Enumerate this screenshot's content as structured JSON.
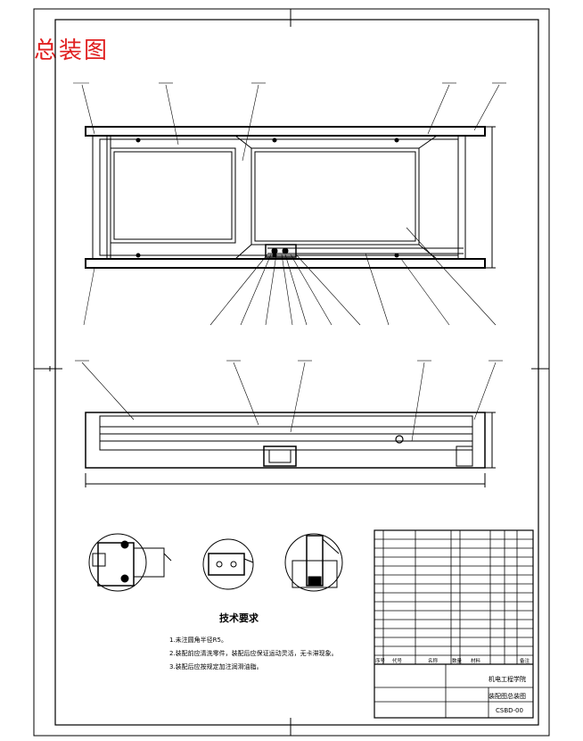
{
  "title": "总装图",
  "tech_requirements": {
    "heading": "技术要求",
    "notes": [
      "1.未注圆角半径R5。",
      "2.装配前应清洗零件，装配后应保证运动灵活，无卡滞现象。",
      "3.装配后应按规定加注润滑油脂。"
    ]
  },
  "title_block": {
    "designer_org": "机电工程学院",
    "drawing_name": "装配图总装图",
    "drawing_no": "CSBD-00",
    "header_labels": [
      "序号",
      "代号",
      "名称",
      "数量",
      "材料",
      "备注"
    ]
  }
}
